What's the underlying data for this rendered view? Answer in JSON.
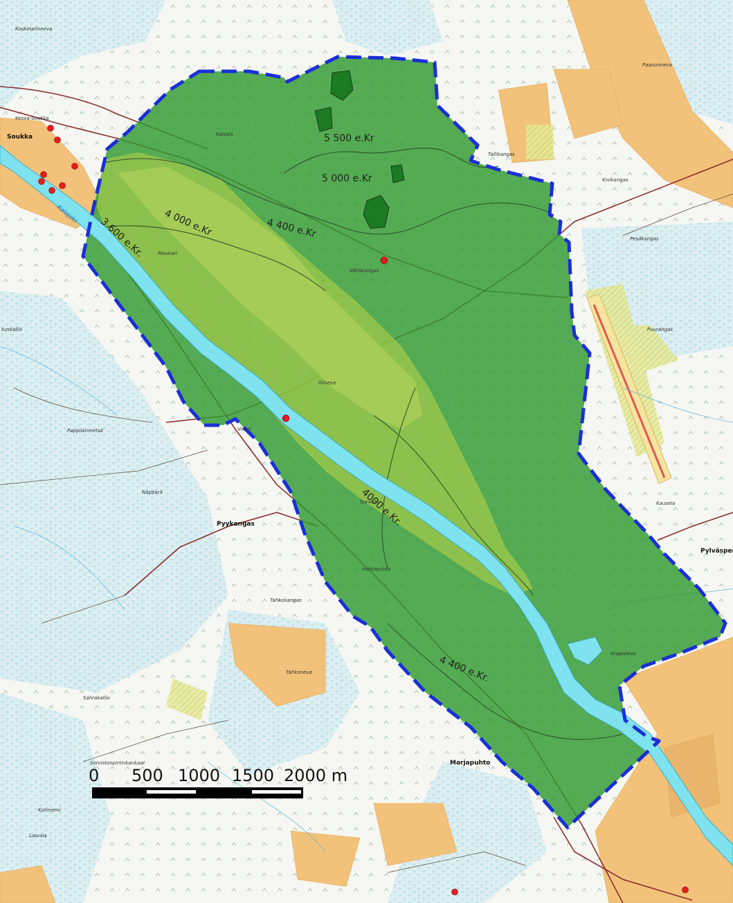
{
  "map": {
    "shoreline_labels": [
      "5 500 e.Kr",
      "5 000 e.Kr",
      "4 400 e.Kr",
      "4 000 e.Kr",
      "3 600 e.Kr.",
      "4000 e.Kr.",
      "4 400 e.Kr."
    ],
    "place_labels": {
      "soukka": "Soukka",
      "pyykangas": "Pyykangas",
      "pylvaspera": "Pylväspera",
      "marjapuhto": "Marjapuhto",
      "huhtapuhto": "Huhtapuhto",
      "angesleva": "Angesleva",
      "iliineva": "Iliineva",
      "visuri": "Visuri",
      "maukari": "Maukari",
      "vahakangas": "Vähäkangas",
      "paavonneva": "Paavonneva",
      "tahkoneva": "Tahkoneva",
      "pappilanmetsa": "Pappilanmetsä",
      "sahrakallio": "Sahrakallio",
      "sorvistonpirtinkankaat": "Sorvistonpirtinkankaat",
      "kiviekangas": "Kivikangas",
      "pesakangas": "Pesäkangas",
      "puurangas": "Puurangas",
      "tahkokangas": "Tahkokangas",
      "talliskangas": "Tallikangas",
      "kausela": "Kausela",
      "kotiniemi": "Kotiniemi",
      "laaksonkangas": "Latvala",
      "kosketarinneva": "Koskelarinneva",
      "kesva_soukka": "Kesva-Soukka",
      "tunkallio": "tunkallio",
      "nappara": "Näppärä",
      "sorvisto": "Sorvisto",
      "kaisala": "Kaisala"
    },
    "river_label": "Kalajoki",
    "scalebar": {
      "ticks": [
        "0",
        "500",
        "1000",
        "1500",
        "2000 m"
      ]
    },
    "colors": {
      "shoreline_boundary": "#1b2fd6",
      "land_zone_dark": "#2e9a2e",
      "land_zone_light": "#8fbe45",
      "river": "#7fe3ef",
      "field": "#f3c27a",
      "wetland": "#bde3ee",
      "site_marker": "#e51d1d"
    }
  }
}
